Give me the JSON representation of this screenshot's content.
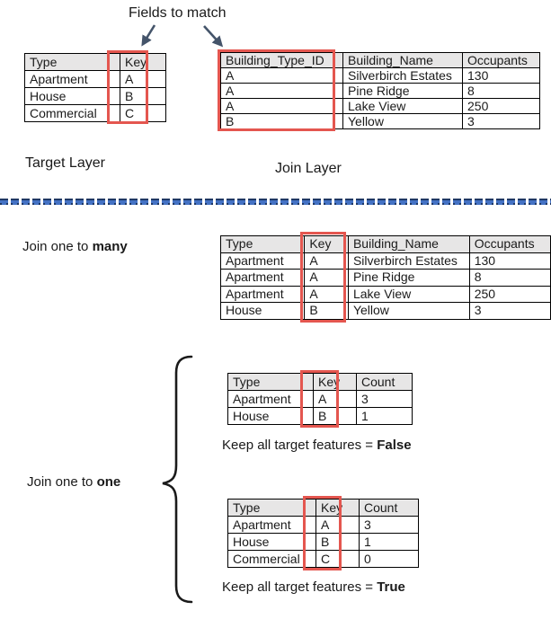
{
  "colors": {
    "red_outline": "#E4564F",
    "divider_navy": "#1F3864",
    "divider_blue": "#4472C4",
    "arrow": "#44546A",
    "table_header_fill": "#E7E6E6"
  },
  "annotation_title": "Fields to match",
  "icons": {
    "left_arrow": "arrow-down-left",
    "right_arrow": "arrow-down-right",
    "brace": "left-curly-brace"
  },
  "top_section": {
    "target_table": {
      "headers": [
        "Type",
        "Key"
      ],
      "rows": [
        [
          "Apartment",
          "A"
        ],
        [
          "House",
          "B"
        ],
        [
          "Commercial",
          "C"
        ]
      ],
      "label": "Target Layer"
    },
    "join_table": {
      "headers": [
        "Building_Type_ID",
        "Building_Name",
        "Occupants"
      ],
      "rows": [
        [
          "A",
          "Silverbirch Estates",
          "130"
        ],
        [
          "A",
          "Pine Ridge",
          "8"
        ],
        [
          "A",
          "Lake View",
          "250"
        ],
        [
          "B",
          "Yellow",
          "3"
        ]
      ],
      "label": "Join Layer"
    }
  },
  "one_to_many": {
    "label_prefix": "Join one to ",
    "label_bold": "many",
    "table": {
      "headers": [
        "Type",
        "Key",
        "Building_Name",
        "Occupants"
      ],
      "rows": [
        [
          "Apartment",
          "A",
          "Silverbirch Estates",
          "130"
        ],
        [
          "Apartment",
          "A",
          "Pine Ridge",
          "8"
        ],
        [
          "Apartment",
          "A",
          "Lake View",
          "250"
        ],
        [
          "House",
          "B",
          "Yellow",
          "3"
        ]
      ]
    }
  },
  "one_to_one": {
    "label_prefix": "Join one to ",
    "label_bold": "one",
    "false_block": {
      "table": {
        "headers": [
          "Type",
          "Key",
          "Count"
        ],
        "rows": [
          [
            "Apartment",
            "A",
            "3"
          ],
          [
            "House",
            "B",
            "1"
          ]
        ]
      },
      "caption_prefix": "Keep all target features = ",
      "caption_bold": "False"
    },
    "true_block": {
      "table": {
        "headers": [
          "Type",
          "Key",
          "Count"
        ],
        "rows": [
          [
            "Apartment",
            "A",
            "3"
          ],
          [
            "House",
            "B",
            "1"
          ],
          [
            "Commercial",
            "C",
            "0"
          ]
        ]
      },
      "caption_prefix": "Keep all target features = ",
      "caption_bold": "True"
    }
  }
}
